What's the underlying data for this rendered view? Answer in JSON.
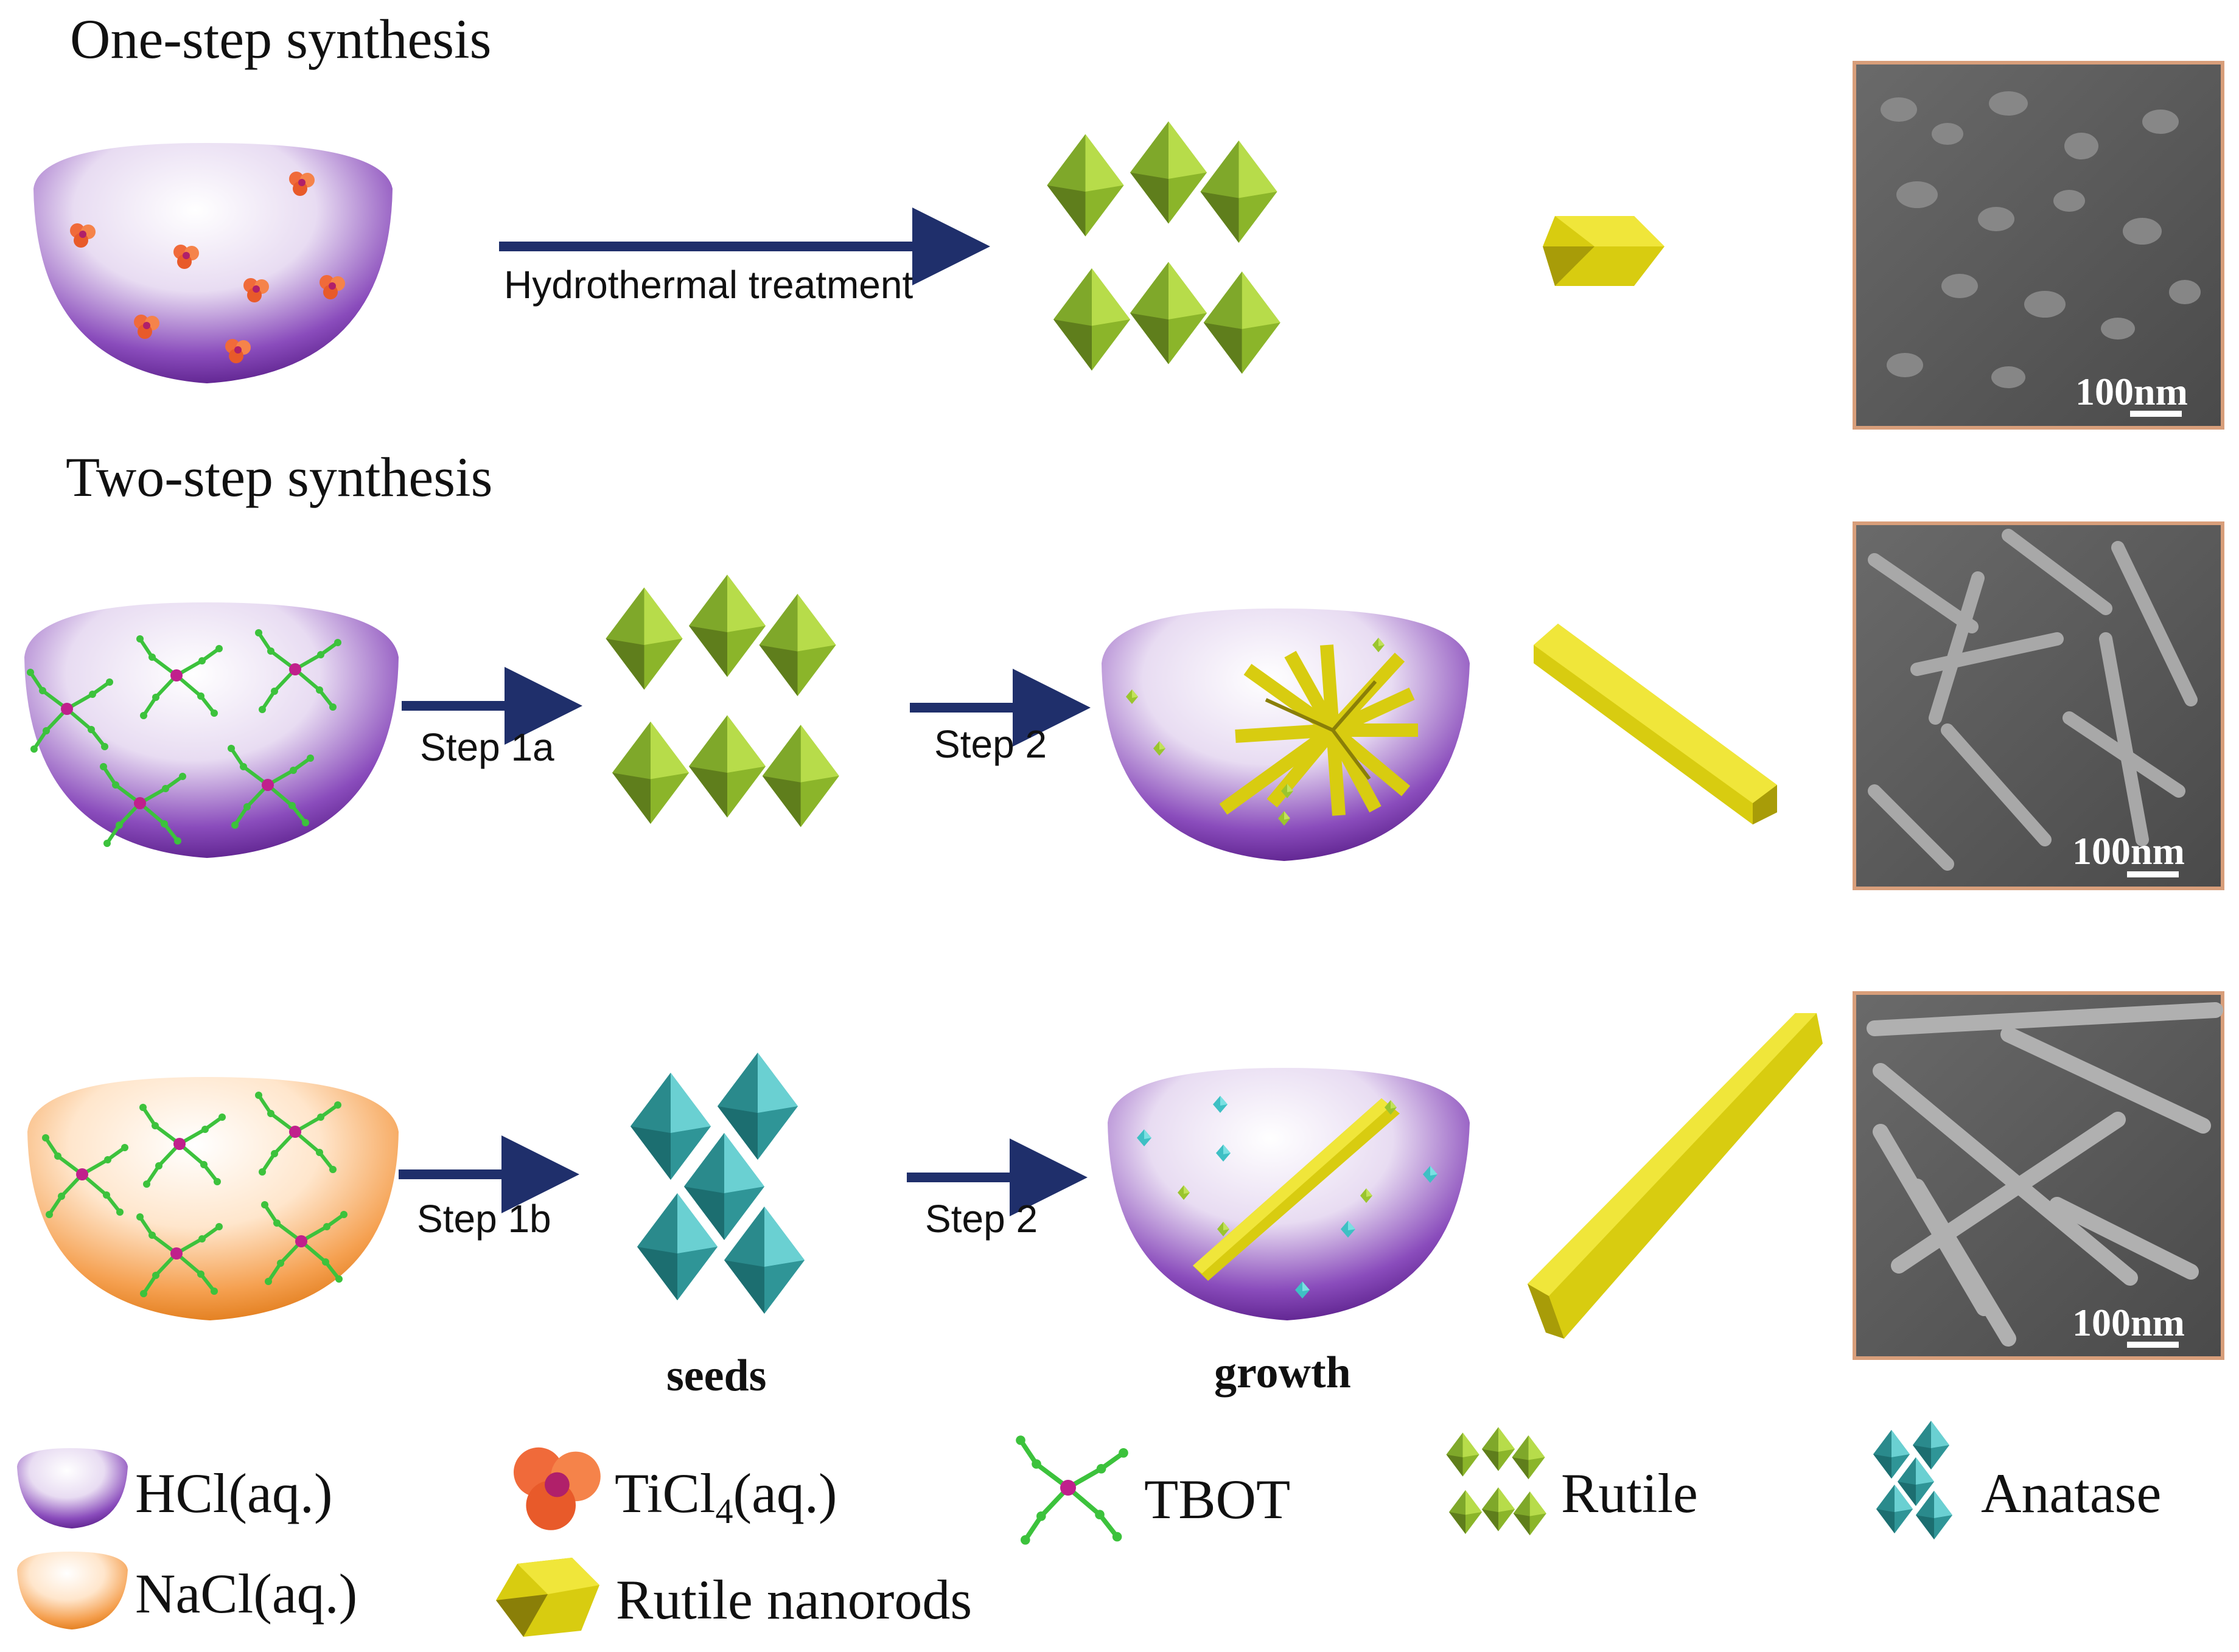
{
  "sections": {
    "one_step_title": "One-step synthesis",
    "two_step_title": "Two-step synthesis"
  },
  "arrows": {
    "hydrothermal": "Hydrothermal treatment",
    "step_1a": "Step 1a",
    "step_2a": "Step 2",
    "step_1b": "Step 1b",
    "step_2b": "Step 2"
  },
  "captions": {
    "seeds": "seeds",
    "growth": "growth"
  },
  "sem_scale": {
    "row1": "100nm",
    "row2": "100nm",
    "row3": "100nm"
  },
  "legend": {
    "hcl_prefix": "HCl(aq.)",
    "nacl": "NaCl(aq.)",
    "ticl4_prefix": "TiCl",
    "ticl4_sub": "4",
    "ticl4_suffix": "(aq.)",
    "tbot": "TBOT",
    "rutile": "Rutile",
    "anatase": "Anatase",
    "rutile_nanorods": "Rutile nanorods"
  },
  "colors": {
    "hcl_purple": "#6a2a9c",
    "nacl_orange": "#f08a2a",
    "rutile_green": "#9ac52e",
    "anatase_teal": "#3aa6a8",
    "nanorod_yellow": "#d8cc10",
    "arrow_navy": "#1f2f6b",
    "tbot_green": "#3cc23c",
    "tbot_center": "#c0208c",
    "ticl4_orange": "#f06a3a"
  }
}
